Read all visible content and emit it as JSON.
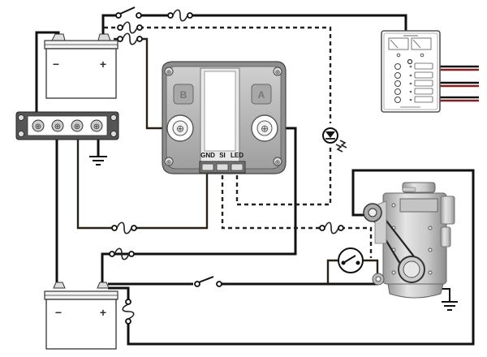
{
  "diagram": {
    "title": "Dual battery isolator wiring diagram",
    "components": {
      "house_battery": {
        "name": "House battery",
        "negative_symbol": "−",
        "positive_symbol": "+"
      },
      "start_battery": {
        "name": "Start battery",
        "negative_symbol": "−",
        "positive_symbol": "+"
      },
      "isolator": {
        "name": "Battery isolator",
        "post_b_label": "B",
        "post_a_label": "A",
        "terminals": [
          "GND",
          "SI",
          "LED"
        ]
      },
      "bus_bar": {
        "name": "Negative bus bar",
        "studs": 4
      },
      "panel": {
        "name": "Distribution panel",
        "switches": 5,
        "meters": 2
      },
      "engine": {
        "name": "Engine with alternator"
      },
      "led_indicator": {
        "name": "LED indicator"
      },
      "ignition_switch": {
        "name": "Ignition / oil-pressure switch"
      }
    },
    "labels": {
      "gnd": "GND",
      "si": "SI",
      "led": "LED",
      "post_b": "B",
      "post_a": "A"
    },
    "colors": {
      "wire": "#111111",
      "wire_brown": "#2a2014",
      "housing": "#b9b9b9",
      "panel_wire_red": "#8b1a1a"
    }
  }
}
